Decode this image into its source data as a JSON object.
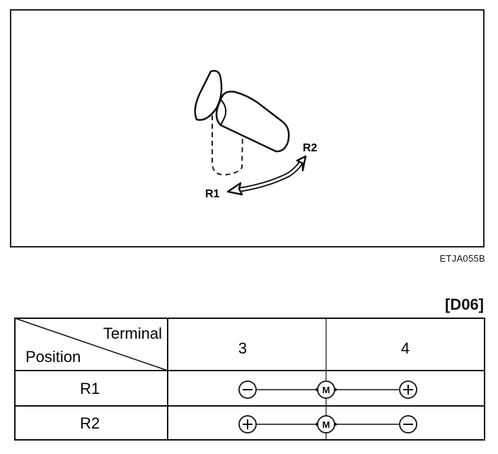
{
  "figure": {
    "label_r1": "R1",
    "label_r2": "R2",
    "code": "ETJA055B"
  },
  "connector": "[D06]",
  "table": {
    "header_terminal": "Terminal",
    "header_position": "Position",
    "terminals": [
      "3",
      "4"
    ],
    "rows": [
      {
        "position": "R1",
        "left_symbol": "⊖",
        "motor": "M",
        "right_symbol": "⊕"
      },
      {
        "position": "R2",
        "left_symbol": "⊕",
        "motor": "M",
        "right_symbol": "⊖"
      }
    ]
  }
}
